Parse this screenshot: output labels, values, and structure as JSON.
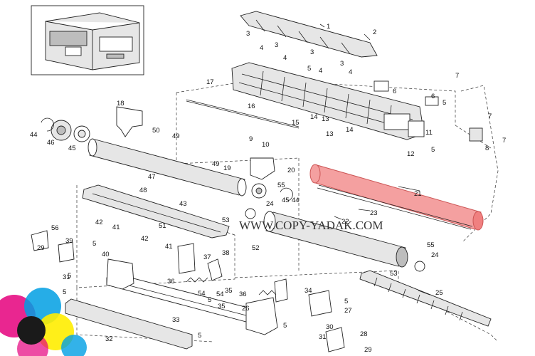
{
  "watermark": "WWW.COPY-YADAK.COM",
  "highlight_color": "#f08080",
  "part_labels": [
    "1",
    "2",
    "3",
    "3",
    "3",
    "3",
    "4",
    "4",
    "4",
    "4",
    "5",
    "5",
    "5",
    "5",
    "5",
    "5",
    "5",
    "5",
    "5",
    "5",
    "6",
    "6",
    "7",
    "7",
    "7",
    "8",
    "9",
    "10",
    "11",
    "12",
    "13",
    "13",
    "14",
    "14",
    "15",
    "16",
    "17",
    "18",
    "19",
    "20",
    "21",
    "22",
    "23",
    "24",
    "24",
    "25",
    "26",
    "27",
    "28",
    "29",
    "29",
    "30",
    "31",
    "31",
    "32",
    "33",
    "34",
    "35",
    "35",
    "36",
    "36",
    "37",
    "38",
    "39",
    "40",
    "41",
    "41",
    "42",
    "42",
    "43",
    "44",
    "44",
    "45",
    "45",
    "46",
    "47",
    "48",
    "49",
    "49",
    "50",
    "51",
    "52",
    "53",
    "53",
    "54",
    "54",
    "55",
    "55",
    "56"
  ]
}
